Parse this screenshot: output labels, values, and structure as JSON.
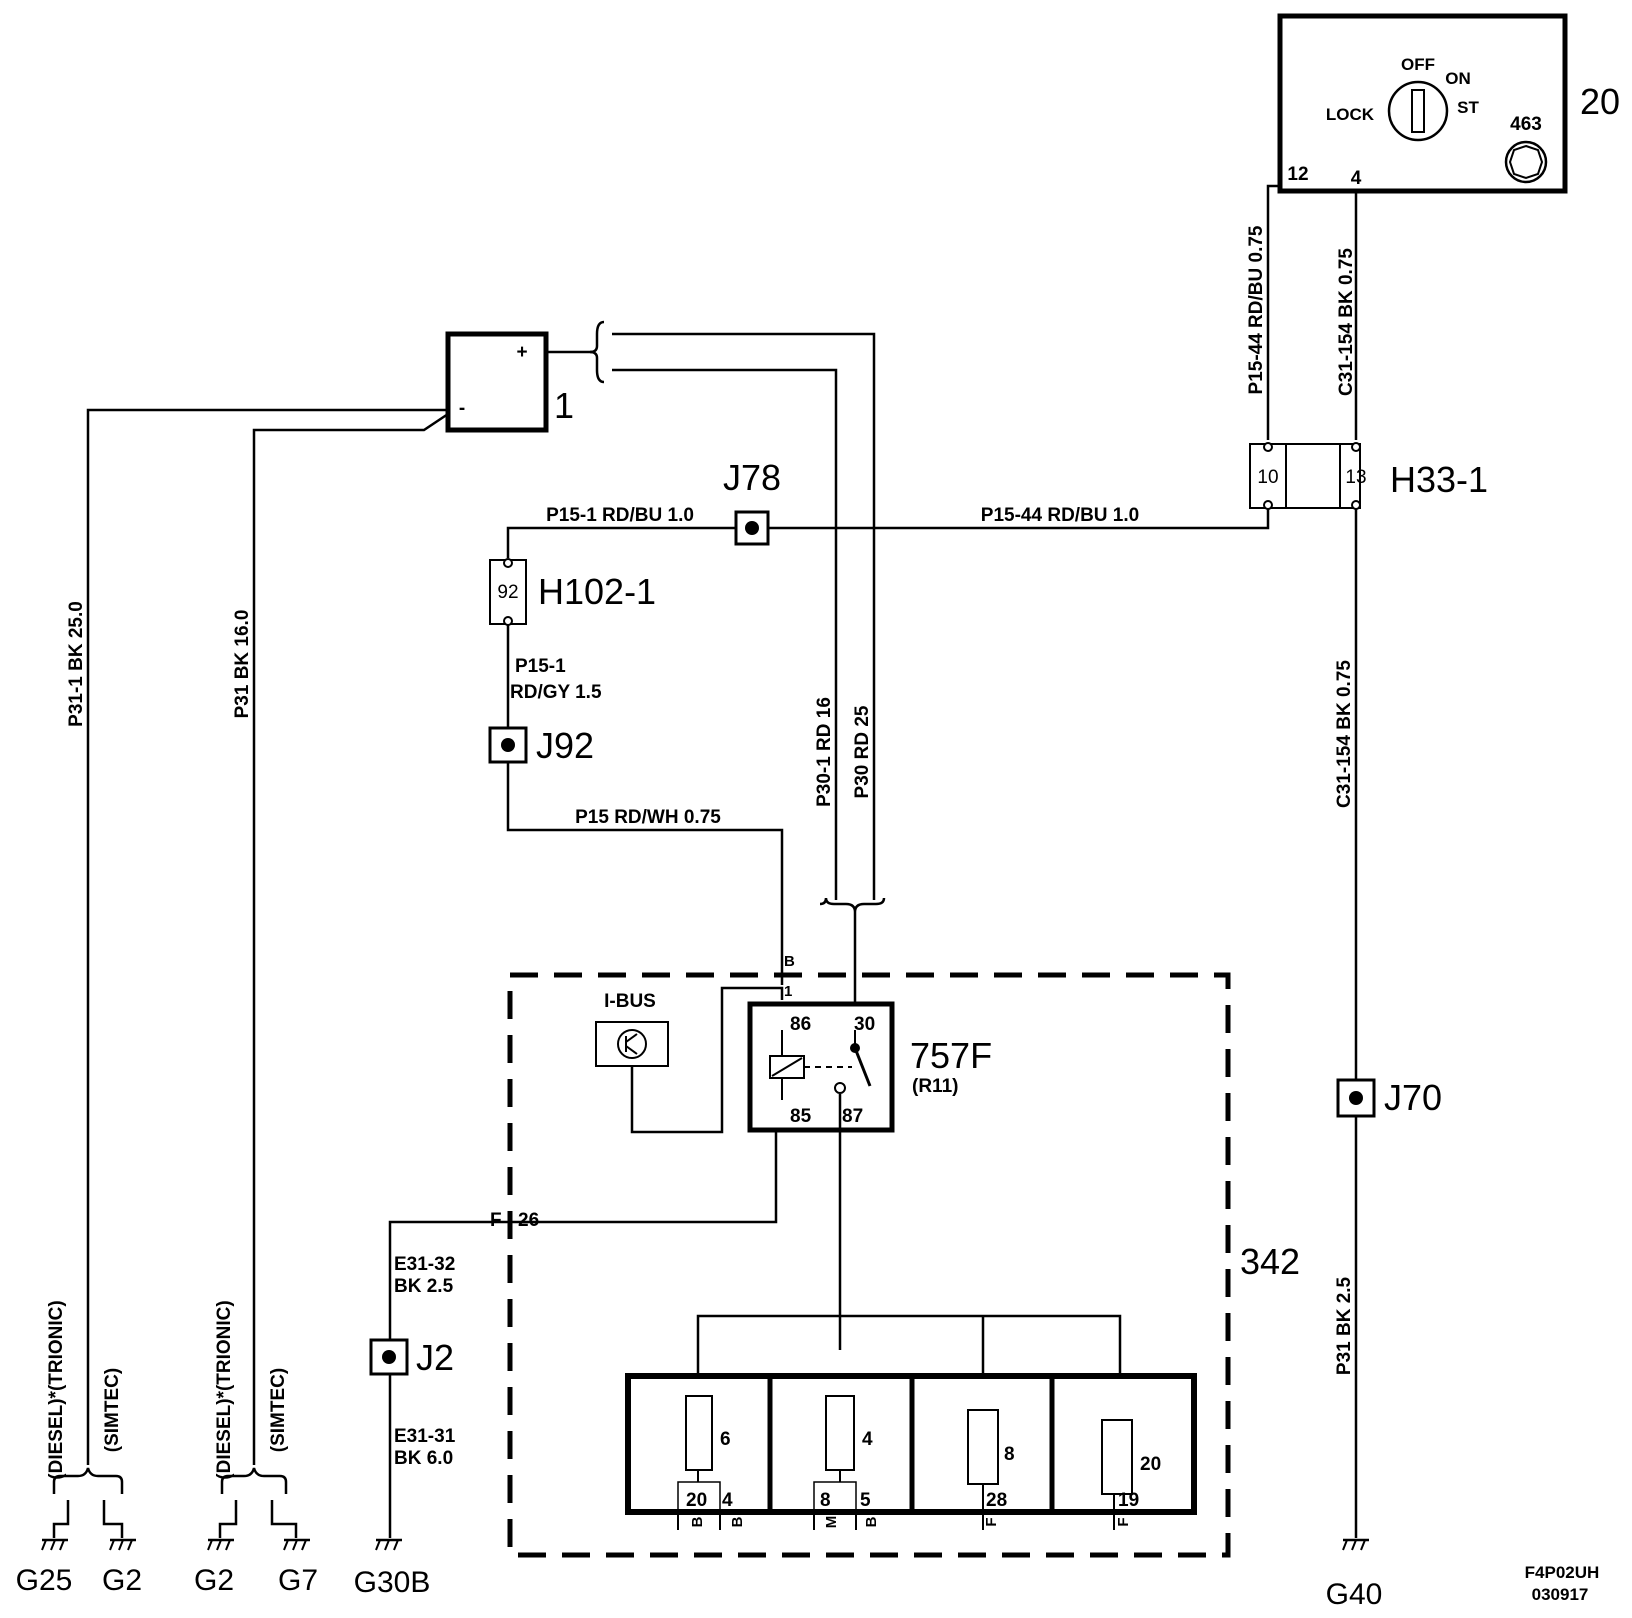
{
  "ignition_switch": {
    "ref": "20",
    "positions": [
      "OFF",
      "ON",
      "LOCK",
      "ST"
    ],
    "part_no": "463",
    "pins": [
      "12",
      "4"
    ]
  },
  "battery": {
    "ref": "1",
    "plus": "+",
    "minus": "-"
  },
  "connectors": {
    "h33": {
      "ref": "H33-1",
      "pins": [
        "10",
        "13"
      ]
    },
    "h102": {
      "ref": "H102-1",
      "pin": "92"
    }
  },
  "junctions": [
    "J78",
    "J92",
    "J70",
    "J2"
  ],
  "relay_box": {
    "ref": "342",
    "relay": {
      "ref": "757F",
      "sub": "(R11)",
      "pins": [
        "86",
        "30",
        "85",
        "87"
      ]
    },
    "ibus": "I-BUS",
    "pin_b": "B",
    "pin_1": "1",
    "pin_f": "F",
    "pin_26": "26",
    "fuses": [
      {
        "value": "6",
        "pins": [
          "20",
          "4"
        ],
        "letters": [
          "B",
          "B"
        ]
      },
      {
        "value": "4",
        "pins": [
          "8",
          "5"
        ],
        "letters": [
          "M",
          "B"
        ]
      },
      {
        "value": "8",
        "pins": [
          "28"
        ],
        "letters": [
          "F"
        ]
      },
      {
        "value": "20",
        "pins": [
          "19"
        ],
        "letters": [
          "F"
        ]
      }
    ]
  },
  "wires": {
    "p15_44_small": "P15-44  RD/BU  0.75",
    "c31_154_top": "C31-154  BK  0.75",
    "p15_1_top": "P15-1  RD/BU  1.0",
    "p15_44_mid": "P15-44  RD/BU 1.0",
    "p15_1_line1": "P15-1",
    "p15_1_line2": "RD/GY 1.5",
    "p15": "P15  RD/WH 0.75",
    "p31_1": "P31-1  BK  25.0",
    "p31_left": "P31  BK  16.0",
    "p30_1": "P30-1 RD  16",
    "p30": "P30  RD  25",
    "c31_154_bottom": "C31-154  BK  0.75",
    "p31_right": "P31  BK  2.5",
    "e31_32_line1": "E31-32",
    "e31_32_line2": "BK  2.5",
    "e31_31_line1": "E31-31",
    "e31_31_line2": "BK  6.0"
  },
  "variants": {
    "diesel_trionic": "(DIESEL)*(TRIONIC)",
    "simtec": "(SIMTEC)"
  },
  "grounds": [
    "G25",
    "G2",
    "G2",
    "G7",
    "G30B",
    "G40"
  ],
  "footer": {
    "code": "F4P02UH",
    "date": "030917"
  }
}
